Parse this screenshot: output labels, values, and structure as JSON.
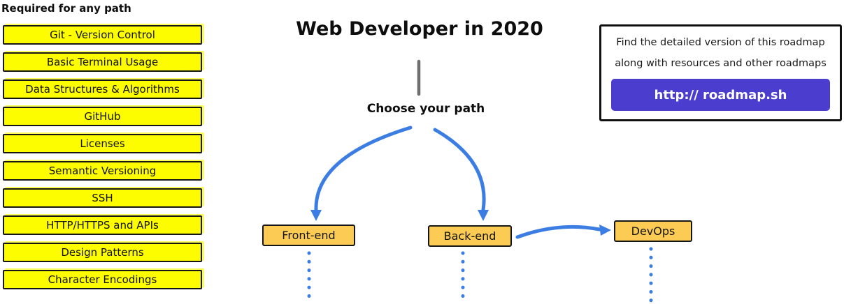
{
  "title": "Web Developer in 2020",
  "choose_path_label": "Choose your path",
  "sidebar": {
    "heading": "Required for any path",
    "items": [
      "Git - Version Control",
      "Basic Terminal Usage",
      "Data Structures & Algorithms",
      "GitHub",
      "Licenses",
      "Semantic Versioning",
      "SSH",
      "HTTP/HTTPS and APIs",
      "Design Patterns",
      "Character Encodings"
    ]
  },
  "paths": {
    "nodes": [
      {
        "label": "Front-end"
      },
      {
        "label": "Back-end"
      },
      {
        "label": "DevOps"
      }
    ]
  },
  "info_box": {
    "line1": "Find the detailed version of this roadmap",
    "line2": "along with resources and other roadmaps",
    "button_label": "http:// roadmap.sh"
  },
  "colors": {
    "sidebar_node_fill": "#FDFD00",
    "path_node_fill": "#FBCB53",
    "arrow_blue": "#3B7DE2",
    "button_purple": "#4B3ECF",
    "connector_gray": "#6E6E6E",
    "border_black": "#161616"
  }
}
